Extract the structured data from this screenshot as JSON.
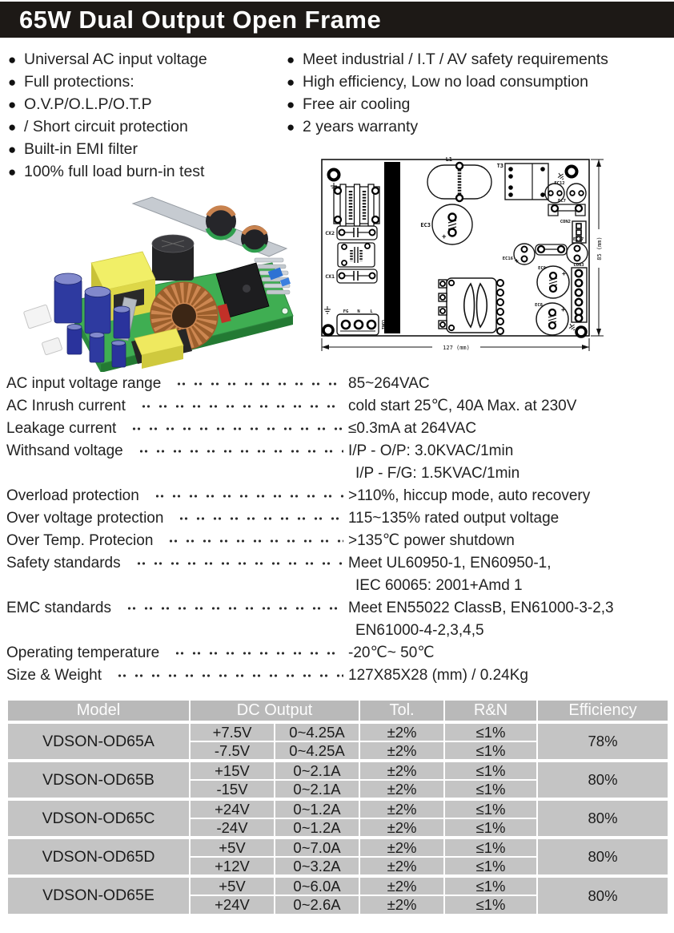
{
  "title": "65W  Dual Output  Open Frame",
  "features": {
    "left": [
      "Universal AC input voltage",
      "Full protections:",
      "O.V.P/O.L.P/O.T.P",
      "/ Short circuit protection",
      "Built-in EMI filter",
      "100% full load burn-in test"
    ],
    "right": [
      "Meet industrial / I.T / AV safety requirements",
      "High efficiency, Low no load consumption",
      "Free air cooling",
      "2 years warranty"
    ]
  },
  "specs": [
    {
      "label": "AC input voltage range",
      "value": "85~264VAC"
    },
    {
      "label": "AC Inrush current",
      "value": "cold start 25℃,  40A  Max. at  230V"
    },
    {
      "label": "Leakage current",
      "value": "≤0.3mA at 264VAC"
    },
    {
      "label": "Withsand voltage",
      "value": "I/P - O/P: 3.0KVAC/1min"
    },
    {
      "label": "",
      "value": "I/P - F/G: 1.5KVAC/1min"
    },
    {
      "label": "Overload protection",
      "value": ">110%, hiccup mode, auto recovery"
    },
    {
      "label": "Over voltage protection",
      "value": "115~135% rated output voltage"
    },
    {
      "label": "Over Temp. Protecion",
      "value": ">135℃ power shutdown"
    },
    {
      "label": "Safety standards",
      "value": "Meet UL60950-1, EN60950-1,"
    },
    {
      "label": "",
      "value": "IEC 60065: 2001+Amd 1"
    },
    {
      "label": "EMC standards",
      "value": "Meet EN55022 ClassB, EN61000-3-2,3"
    },
    {
      "label": "",
      "value": "EN61000-4-2,3,4,5"
    },
    {
      "label": "Operating temperature",
      "value": "-20℃~ 50℃"
    },
    {
      "label": "Size & Weight",
      "value": "127X85X28 (mm)  /  0.24Kg"
    }
  ],
  "diagram": {
    "labels": {
      "l1": "L1",
      "t3": "T3",
      "ec12": "EC12",
      "ec7": "EC7",
      "con2": "CON2",
      "ec16": "EC16",
      "ec17": "EC17",
      "ec9": "EC9",
      "ec8": "EC8",
      "con3": "CON3",
      "cx2": "CX2",
      "cx1": "CX1",
      "ec3": "EC3",
      "fg": "FG",
      "n": "N",
      "l": "L",
      "con1": "CON1",
      "dim_width": "127 (mm)",
      "dim_height": "85 (mm)"
    }
  },
  "table": {
    "headers": {
      "model": "Model",
      "dc_output": "DC Output",
      "tol": "Tol.",
      "rn": "R&N",
      "eff": "Efficiency"
    },
    "rows": [
      {
        "model": "VDSON-OD65A",
        "eff": "78%",
        "outputs": [
          {
            "v": "+7.5V",
            "a": "0~4.25A",
            "tol": "±2%",
            "rn": "≤1%"
          },
          {
            "v": "-7.5V",
            "a": "0~4.25A",
            "tol": "±2%",
            "rn": "≤1%"
          }
        ]
      },
      {
        "model": "VDSON-OD65B",
        "eff": "80%",
        "outputs": [
          {
            "v": "+15V",
            "a": "0~2.1A",
            "tol": "±2%",
            "rn": "≤1%"
          },
          {
            "v": "-15V",
            "a": "0~2.1A",
            "tol": "±2%",
            "rn": "≤1%"
          }
        ]
      },
      {
        "model": "VDSON-OD65C",
        "eff": "80%",
        "outputs": [
          {
            "v": "+24V",
            "a": "0~1.2A",
            "tol": "±2%",
            "rn": "≤1%"
          },
          {
            "v": "-24V",
            "a": "0~1.2A",
            "tol": "±2%",
            "rn": "≤1%"
          }
        ]
      },
      {
        "model": "VDSON-OD65D",
        "eff": "80%",
        "outputs": [
          {
            "v": "+5V",
            "a": "0~7.0A",
            "tol": "±2%",
            "rn": "≤1%"
          },
          {
            "v": "+12V",
            "a": "0~3.2A",
            "tol": "±2%",
            "rn": "≤1%"
          }
        ]
      },
      {
        "model": "VDSON-OD65E",
        "eff": "80%",
        "outputs": [
          {
            "v": "+5V",
            "a": "0~6.0A",
            "tol": "±2%",
            "rn": "≤1%"
          },
          {
            "v": "+24V",
            "a": "0~2.6A",
            "tol": "±2%",
            "rn": "≤1%"
          }
        ]
      }
    ]
  },
  "colors": {
    "header_bg": "#1d1916",
    "table_gray": "#c4c4c4",
    "board_green": "#3fae52"
  }
}
